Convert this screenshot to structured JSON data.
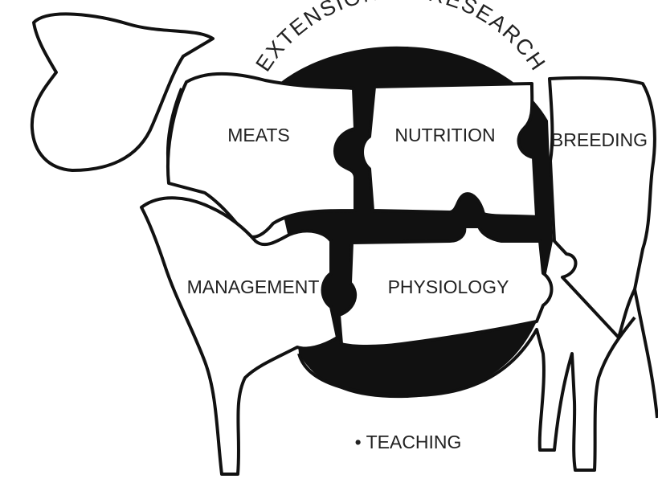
{
  "logo": {
    "arc_left": "EXTENSION",
    "arc_sep": "•",
    "arc_right": "RESEARCH",
    "bottom": "• TEACHING"
  },
  "pieces": {
    "meats": "MEATS",
    "nutrition": "NUTRITION",
    "breeding": "BREEDING",
    "management": "MANAGEMENT",
    "physiology": "PHYSIOLOGY"
  },
  "colors": {
    "ink": "#111111",
    "text": "#222222",
    "paper": "#ffffff"
  }
}
